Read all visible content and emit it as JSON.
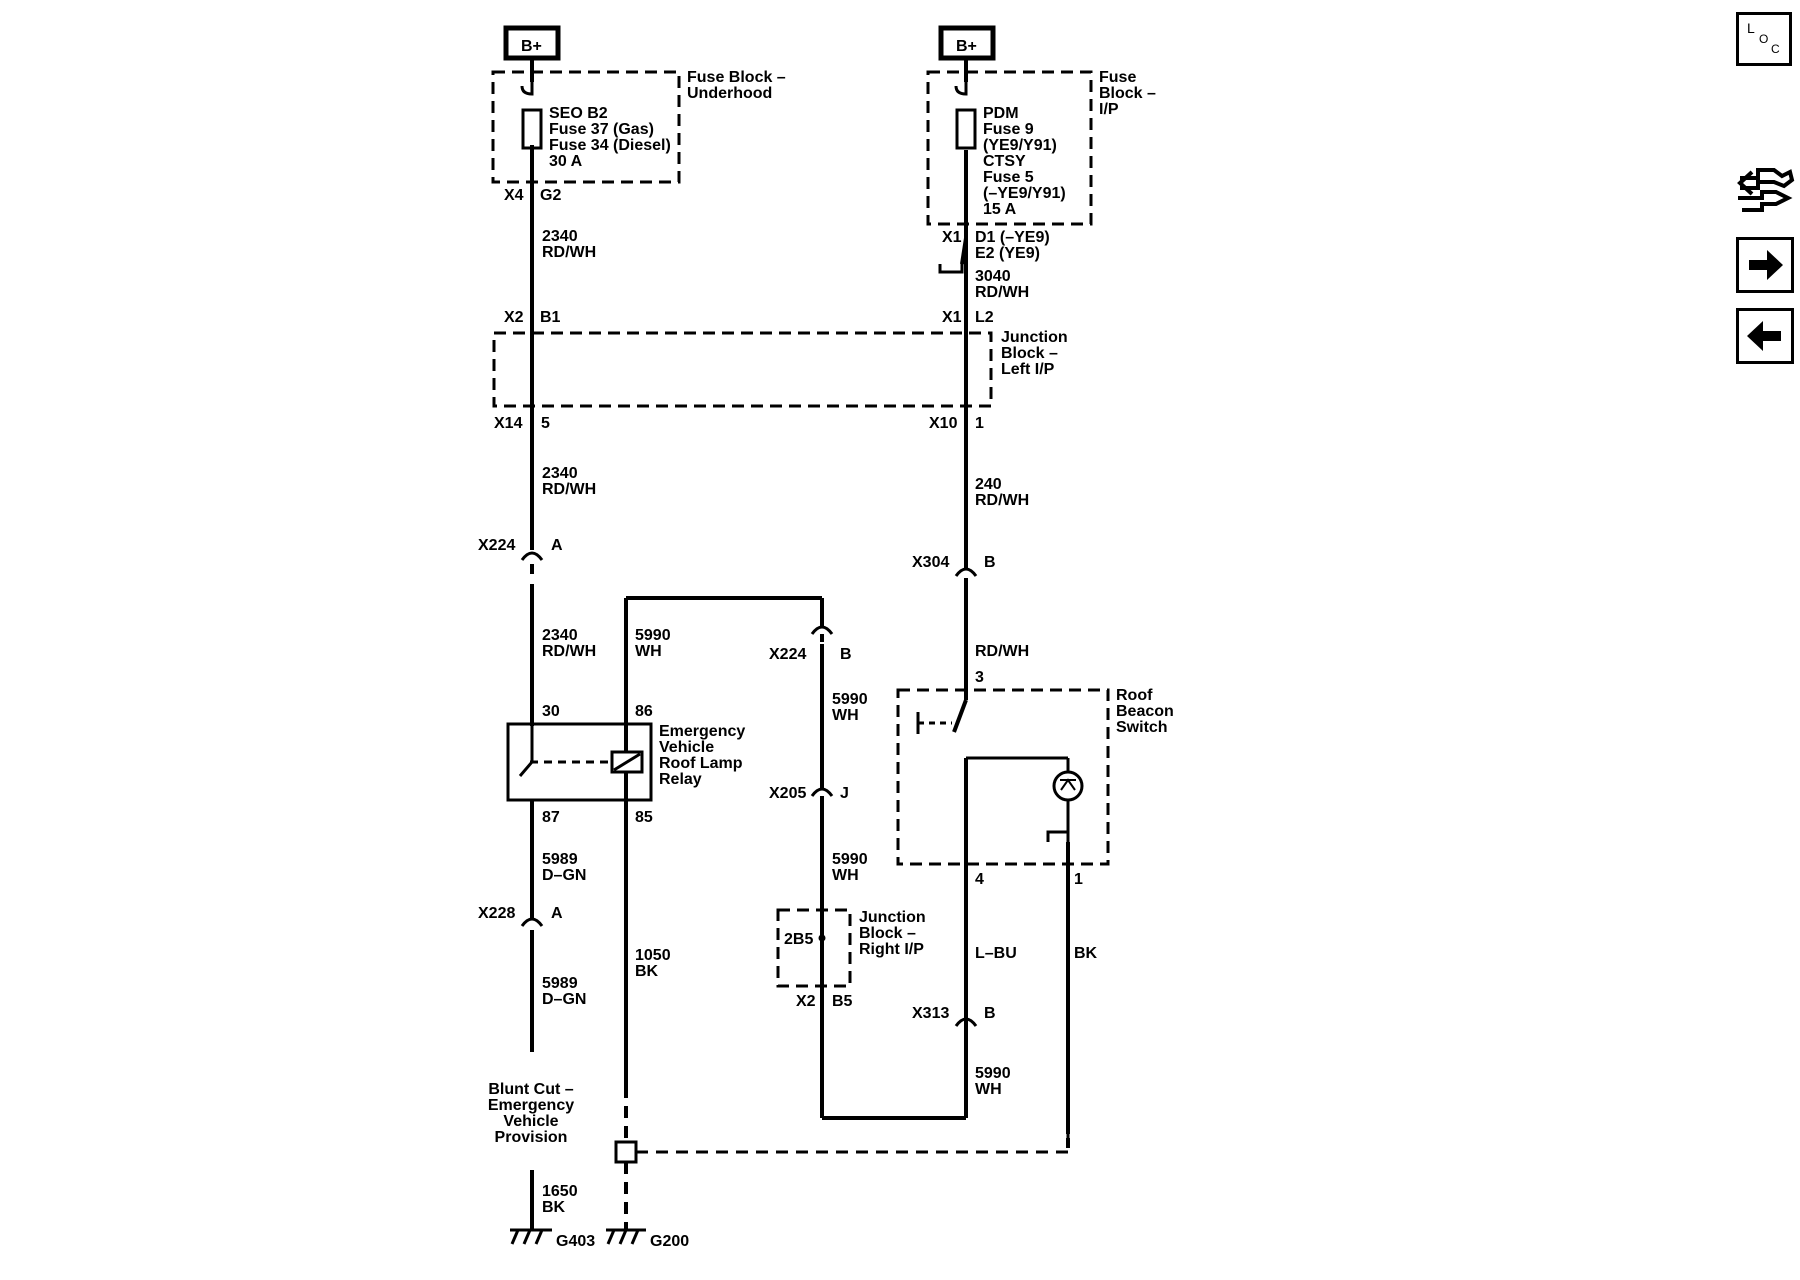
{
  "power": {
    "left": "B+",
    "right": "B+"
  },
  "fuse_block_underhood": {
    "title": [
      "Fuse Block –",
      "Underhood"
    ],
    "fuse": [
      "SEO B2",
      "Fuse 37 (Gas)",
      "Fuse 34 (Diesel)",
      "30 A"
    ],
    "connector": "X4",
    "pin": "G2"
  },
  "fuse_block_ip": {
    "title": [
      "Fuse",
      "Block –",
      "I/P"
    ],
    "fuse": [
      "PDM",
      "Fuse 9",
      "(YE9/Y91)",
      "CTSY",
      "Fuse 5",
      "(–YE9/Y91)",
      "15 A"
    ],
    "connector": "X1",
    "pins": [
      "D1 (–YE9)",
      "E2 (YE9)"
    ]
  },
  "wires": {
    "w2340_a": [
      "2340",
      "RD/WH"
    ],
    "w3040": [
      "3040",
      "RD/WH"
    ],
    "w2340_b": [
      "2340",
      "RD/WH"
    ],
    "w240": [
      "240",
      "RD/WH"
    ],
    "w2340_c": [
      "2340",
      "RD/WH"
    ],
    "w5990_a": [
      "5990",
      "WH"
    ],
    "w5990_b": [
      "5990",
      "WH"
    ],
    "w5990_c": [
      "5990",
      "WH"
    ],
    "w5990_d": [
      "5990",
      "WH"
    ],
    "rdwh": "RD/WH",
    "w5989_a": [
      "5989",
      "D–GN"
    ],
    "w5989_b": [
      "5989",
      "D–GN"
    ],
    "w1050": [
      "1050",
      "BK"
    ],
    "w1650": [
      "1650",
      "BK"
    ],
    "lbu": "L–BU",
    "bk": "BK"
  },
  "junction_left": {
    "title": [
      "Junction",
      "Block –",
      "Left I/P"
    ],
    "x2": "X2",
    "b1": "B1",
    "x1": "X1",
    "l2": "L2",
    "x14": "X14",
    "p5": "5",
    "x10": "X10",
    "p1": "1"
  },
  "connectors": {
    "x224a": [
      "X224",
      "A"
    ],
    "x304b": [
      "X304",
      "B"
    ],
    "x224b": [
      "X224",
      "B"
    ],
    "x205j": [
      "X205",
      "J"
    ],
    "x228a": [
      "X228",
      "A"
    ],
    "x313b": [
      "X313",
      "B"
    ]
  },
  "relay": {
    "title": [
      "Emergency",
      "Vehicle",
      "Roof Lamp",
      "Relay"
    ],
    "pins": {
      "p30": "30",
      "p86": "86",
      "p87": "87",
      "p85": "85"
    }
  },
  "switch": {
    "title": [
      "Roof",
      "Beacon",
      "Switch"
    ],
    "pins": {
      "p3": "3",
      "p4": "4",
      "p1": "1"
    }
  },
  "junction_right": {
    "title": [
      "Junction",
      "Block –",
      "Right I/P"
    ],
    "inner": "2B5",
    "x2": "X2",
    "b5": "B5"
  },
  "blunt_cut": [
    "Blunt Cut –",
    "Emergency",
    "Vehicle",
    "Provision"
  ],
  "grounds": {
    "g403": "G403",
    "g200": "G200"
  },
  "nav": {
    "loc_l": "L",
    "loc_o": "O",
    "loc_c": "C"
  }
}
